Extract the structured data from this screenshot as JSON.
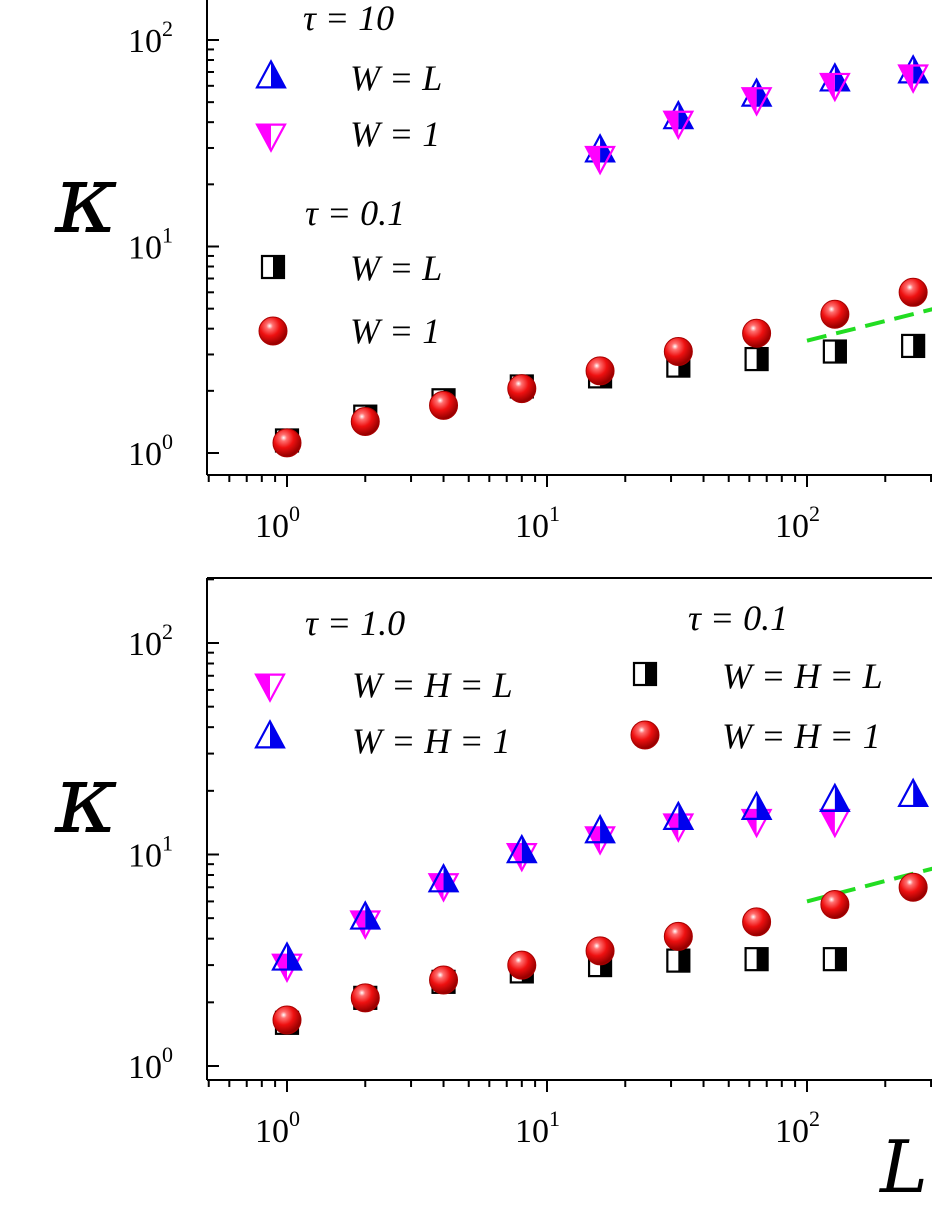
{
  "chart_data": [
    {
      "type": "scatter",
      "title": "",
      "xlabel": "",
      "ylabel": "κ",
      "xscale": "log",
      "yscale": "log",
      "xlim": [
        0.5,
        330
      ],
      "ylim": [
        0.95,
        200
      ],
      "x_ticks": [
        {
          "b": "10",
          "e": "0",
          "v": 1
        },
        {
          "b": "10",
          "e": "1",
          "v": 10
        },
        {
          "b": "10",
          "e": "2",
          "v": 100
        }
      ],
      "y_ticks": [
        {
          "b": "10",
          "e": "0",
          "v": 1
        },
        {
          "b": "10",
          "e": "1",
          "v": 10
        },
        {
          "b": "10",
          "e": "2",
          "v": 100
        }
      ],
      "legend_groups": [
        {
          "title": "τ = 10",
          "entries": [
            {
              "marker": "triangle-up-half",
              "label": "W = L"
            },
            {
              "marker": "triangle-down-magenta",
              "label": "W = 1"
            }
          ]
        },
        {
          "title": "τ = 0.1",
          "entries": [
            {
              "marker": "square-half",
              "label": "W  = L"
            },
            {
              "marker": "sphere-red",
              "label": "W  = 1"
            }
          ]
        }
      ],
      "series": [
        {
          "marker": "triangle-up-half",
          "color": "#0000ee",
          "x": [
            16,
            32,
            64,
            128,
            256
          ],
          "y": [
            29,
            42,
            54,
            64,
            70
          ]
        },
        {
          "marker": "triangle-down-magenta",
          "color": "#ff00ff",
          "x": [
            16,
            32,
            64,
            128,
            256
          ],
          "y": [
            27,
            40,
            52,
            61,
            67
          ]
        },
        {
          "marker": "square-half",
          "color": "#000000",
          "x": [
            1,
            2,
            4,
            8,
            16,
            32,
            64,
            128,
            256
          ],
          "y": [
            1.15,
            1.5,
            1.8,
            2.1,
            2.35,
            2.65,
            2.85,
            3.1,
            3.3
          ]
        },
        {
          "marker": "sphere-red",
          "color": "#ee0000",
          "x": [
            1,
            2,
            4,
            8,
            16,
            32,
            64,
            128,
            256
          ],
          "y": [
            1.12,
            1.42,
            1.7,
            2.05,
            2.5,
            3.1,
            3.8,
            4.7,
            6.0
          ]
        }
      ],
      "fit_line": {
        "color": "#22dd22",
        "x": [
          100,
          330
        ],
        "y": [
          3.5,
          5.1
        ]
      }
    },
    {
      "type": "scatter",
      "title": "",
      "xlabel": "L",
      "ylabel": "κ",
      "xscale": "log",
      "yscale": "log",
      "xlim": [
        0.5,
        330
      ],
      "ylim": [
        0.95,
        200
      ],
      "x_ticks": [
        {
          "b": "10",
          "e": "0",
          "v": 1
        },
        {
          "b": "10",
          "e": "1",
          "v": 10
        },
        {
          "b": "10",
          "e": "2",
          "v": 100
        }
      ],
      "y_ticks": [
        {
          "b": "10",
          "e": "0",
          "v": 1
        },
        {
          "b": "10",
          "e": "1",
          "v": 10
        },
        {
          "b": "10",
          "e": "2",
          "v": 100
        }
      ],
      "legend_groups": [
        {
          "title": "τ = 1.0",
          "entries": [
            {
              "marker": "triangle-down-magenta",
              "label": "W = H = L"
            },
            {
              "marker": "triangle-up-half",
              "label": "W = H = 1"
            }
          ]
        },
        {
          "title": "τ = 0.1",
          "entries": [
            {
              "marker": "square-half",
              "label": "W = H = L"
            },
            {
              "marker": "sphere-red",
              "label": "W = H = 1"
            }
          ]
        }
      ],
      "series": [
        {
          "marker": "triangle-down-magenta",
          "color": "#ff00ff",
          "x": [
            1,
            2,
            4,
            8,
            16,
            32,
            64,
            128
          ],
          "y": [
            3.0,
            4.8,
            7.2,
            10.0,
            12.0,
            13.8,
            14.5,
            14.5
          ]
        },
        {
          "marker": "triangle-up-half",
          "color": "#0000ee",
          "x": [
            1,
            2,
            4,
            8,
            16,
            32,
            64,
            128,
            256
          ],
          "y": [
            3.2,
            5.0,
            7.5,
            10.3,
            12.8,
            14.8,
            16.5,
            18.0,
            19.0
          ]
        },
        {
          "marker": "square-half",
          "color": "#000000",
          "x": [
            1,
            2,
            4,
            8,
            16,
            32,
            64,
            128
          ],
          "y": [
            1.6,
            2.1,
            2.5,
            2.8,
            3.0,
            3.15,
            3.2,
            3.2
          ]
        },
        {
          "marker": "sphere-red",
          "color": "#ee0000",
          "x": [
            1,
            2,
            4,
            8,
            16,
            32,
            64,
            128,
            256
          ],
          "y": [
            1.65,
            2.1,
            2.55,
            3.0,
            3.5,
            4.1,
            4.8,
            5.8,
            7.0
          ]
        }
      ],
      "fit_line": {
        "color": "#22dd22",
        "x": [
          100,
          330
        ],
        "y": [
          6.0,
          8.8
        ]
      }
    }
  ]
}
